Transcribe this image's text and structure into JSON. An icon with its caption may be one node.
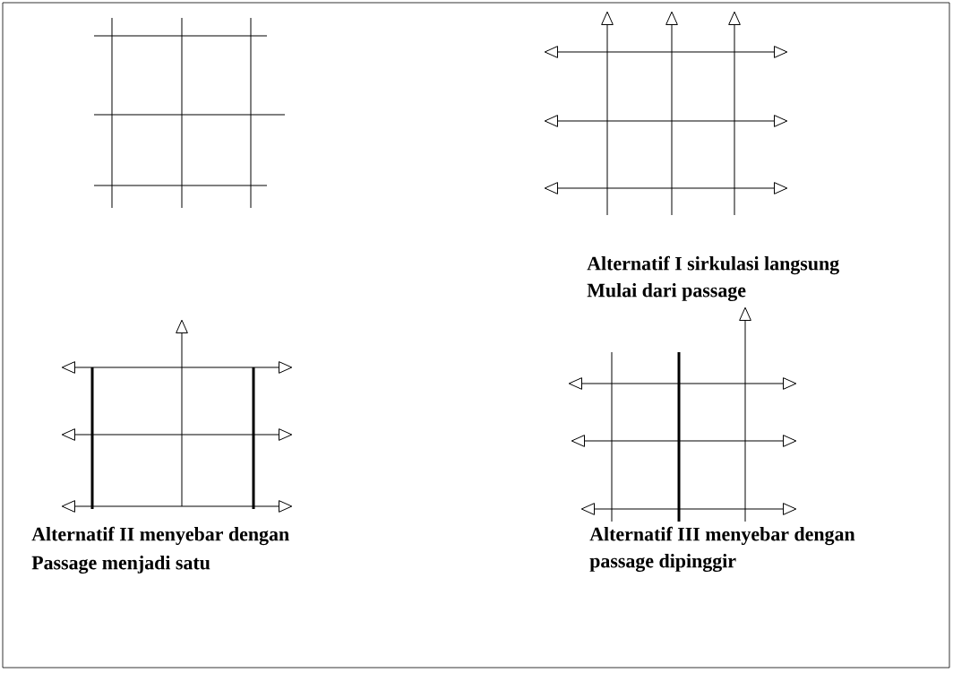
{
  "diagram": {
    "labels": [
      "Alternatif I sirkulasi  langsung",
      "Mulai dari passage",
      "Alternatif II  menyebar dengan",
      "Passage  menjadi satu",
      "Alternatif III menyebar  dengan",
      "passage  dipinggir"
    ]
  }
}
